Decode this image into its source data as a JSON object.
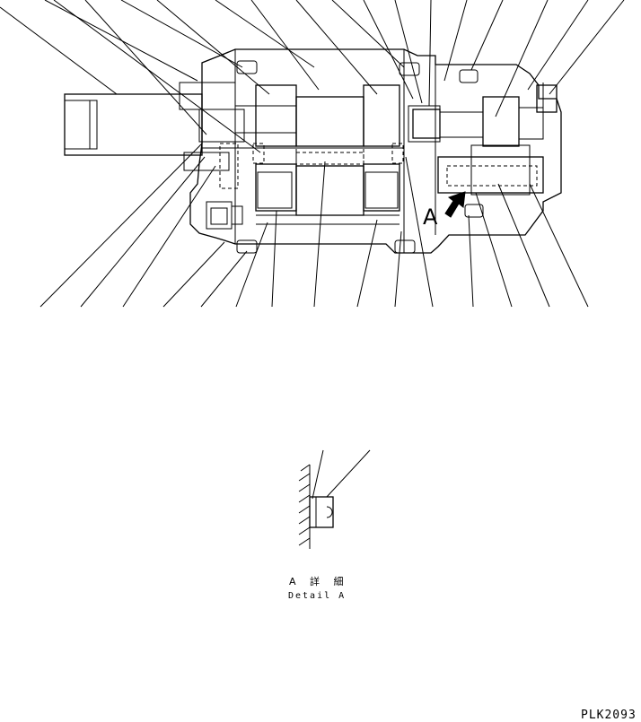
{
  "detail": {
    "marker": "A",
    "label_jp": "A 詳 細",
    "label_en": "Detail A"
  },
  "drawing_code": "PLK2093",
  "icons": [
    "arrow-icon"
  ]
}
